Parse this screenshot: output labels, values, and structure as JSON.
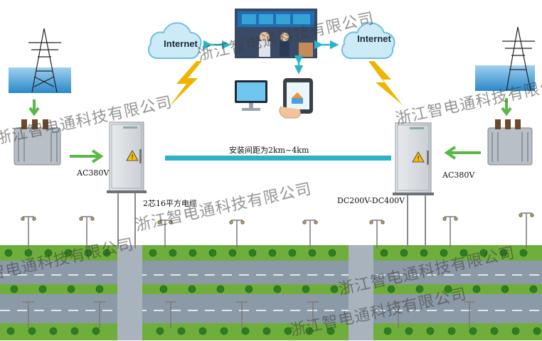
{
  "clouds": {
    "left_label": "Internet",
    "right_label": "Internet"
  },
  "labels": {
    "distance": "安装间距为2km~4km",
    "ac_left": "AC380V",
    "ac_right": "AC380V",
    "cable": "2芯16平方电缆",
    "dc_range": "DC200V-DC400V"
  },
  "watermark": "浙江智电通科技有限公司",
  "colors": {
    "arrow": "#58b947",
    "link": "#2bb3c9",
    "lightning": "#f0b400",
    "road": "#8c9aa8",
    "grass": "#7bc043"
  }
}
